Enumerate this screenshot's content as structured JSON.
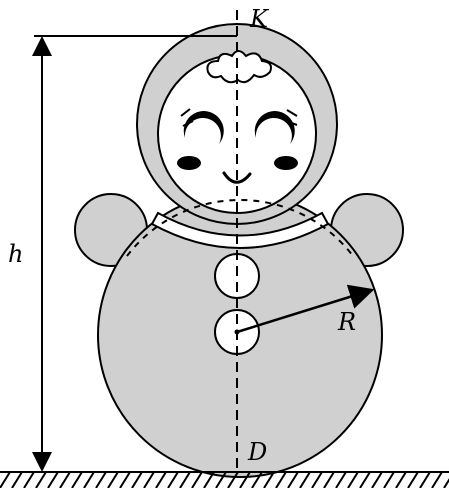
{
  "diagram": {
    "labels": {
      "top_point": "K",
      "bottom_point": "D",
      "height": "h",
      "radius": "R"
    },
    "colors": {
      "stroke": "#000000",
      "body_fill": "#d0d0d0",
      "face_fill": "#ffffff",
      "ground": "#000000"
    }
  }
}
